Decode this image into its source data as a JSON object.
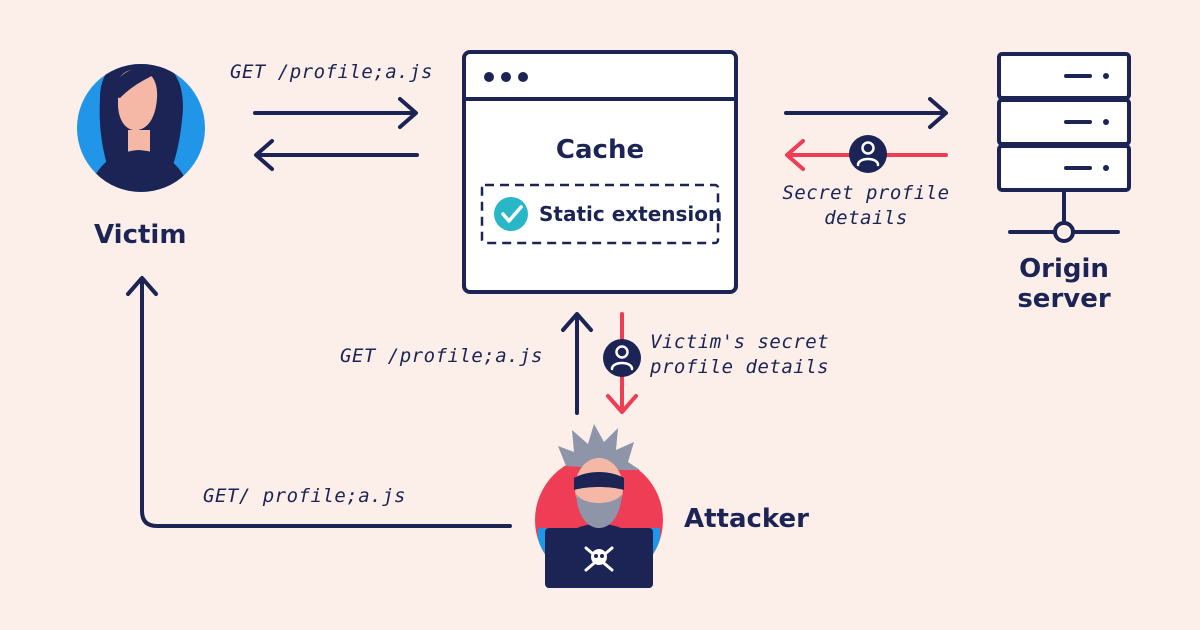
{
  "colors": {
    "background": "#FCEEE8",
    "navy": "#1B2455",
    "red": "#EE3D55",
    "victim_blue": "#2196E8",
    "check_teal": "#29B6C6"
  },
  "nodes": {
    "victim": {
      "label": "Victim"
    },
    "cache": {
      "title": "Cache",
      "badge": "Static extension"
    },
    "origin": {
      "label_line1": "Origin",
      "label_line2": "server"
    },
    "attacker": {
      "label": "Attacker"
    }
  },
  "edges": {
    "victim_to_cache": "GET /profile;a.js",
    "origin_to_cache_line1": "Secret profile",
    "origin_to_cache_line2": "details",
    "attacker_to_cache": "GET /profile;a.js",
    "cache_to_attacker_line1": "Victim's secret",
    "cache_to_attacker_line2": "profile details",
    "attacker_to_victim": "GET/ profile;a.js"
  }
}
